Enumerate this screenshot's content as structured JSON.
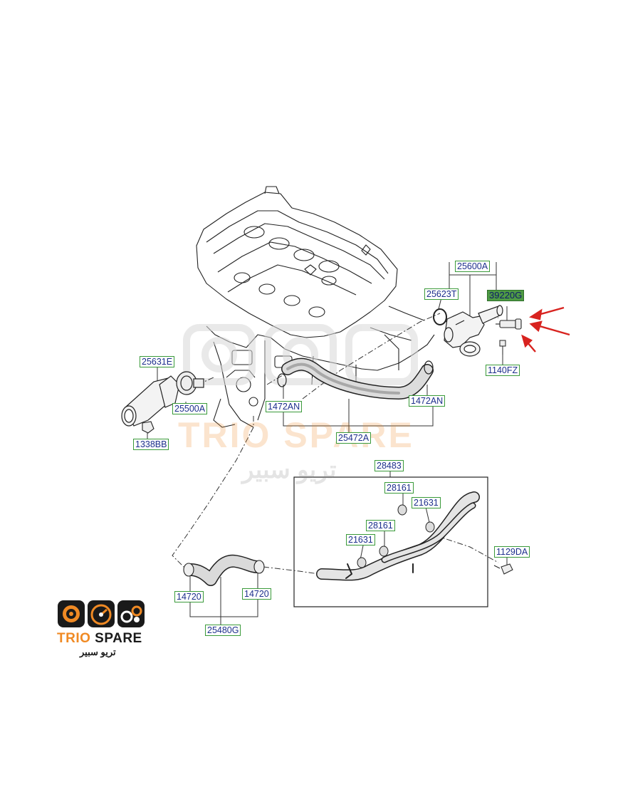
{
  "part_labels": {
    "l25600A": "25600A",
    "l25623T": "25623T",
    "l39220G": "39220G",
    "l1140FZ": "1140FZ",
    "l25631E": "25631E",
    "l25500A": "25500A",
    "l1338BB": "1338BB",
    "l1472AN_a": "1472AN",
    "l1472AN_b": "1472AN",
    "l25472A": "25472A",
    "l28483": "28483",
    "l28161_a": "28161",
    "l21631_a": "21631",
    "l28161_b": "28161",
    "l21631_b": "21631",
    "l1129DA": "1129DA",
    "l14720_a": "14720",
    "l14720_b": "14720",
    "l25480G": "25480G"
  },
  "highlighted_part": "39220G",
  "watermark": {
    "latin": "TRIO SPARE",
    "arabic": "تريو سبير"
  },
  "logo": {
    "latin": "TRIO SPARE",
    "arabic": "تريو سبير"
  },
  "colors": {
    "label_text": "#1c2e8c",
    "label_border": "#3a9a3a",
    "highlight": "#4e9a44",
    "arrow": "#d8231f",
    "brand_orange": "#f08a24"
  },
  "icons": [
    "speaker-icon",
    "speedometer-icon",
    "car-parts-icon",
    "red-arrow-icon"
  ]
}
